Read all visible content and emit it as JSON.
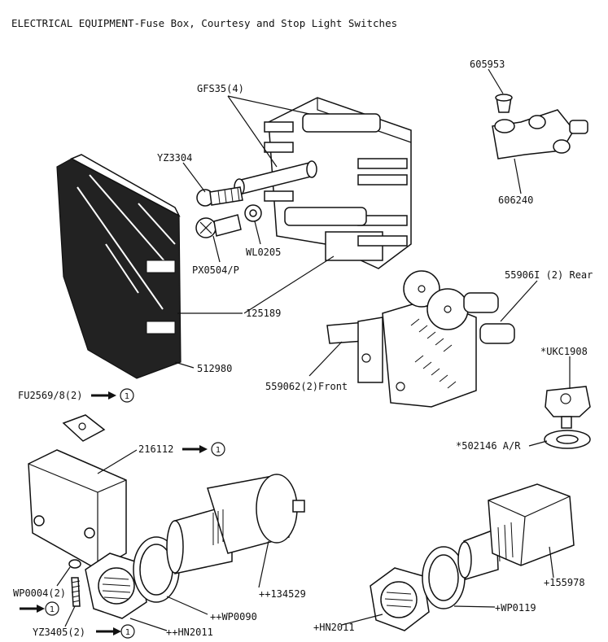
{
  "title": "ELECTRICAL EQUIPMENT-Fuse Box, Courtesy and Stop Light Switches",
  "labels": {
    "gfs35": "GFS35(4)",
    "yz3304": "YZ3304",
    "px0504": "PX0504/P",
    "wl0205": "WL0205",
    "p125189": "125189",
    "p512980": "512980",
    "p605953": "605953",
    "p606240": "606240",
    "p559061": "55906I (2) Rear",
    "p559062": "559062(2)Front",
    "ukc1908": "*UKC1908",
    "p502146": "*502146 A/R",
    "fu2569": "FU2569/8(2)",
    "p216112": "216112",
    "wp0004": "WP0004(2)",
    "yz3405": "YZ3405(2)",
    "p134529": "++134529",
    "wp0090": "++WP0090",
    "hn2011a": "++HN2011",
    "hn2011b": "+HN2011",
    "wp0119": "+WP0119",
    "p155978": "+155978"
  },
  "note_ref": "1"
}
